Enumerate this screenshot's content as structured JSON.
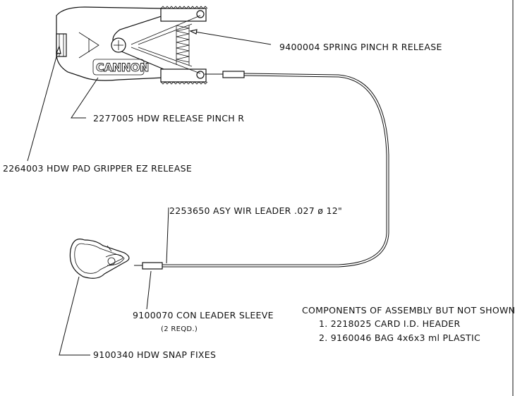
{
  "brand_logo": "CANNON",
  "callouts": {
    "spring_pinch": "9400004 SPRING PINCH R RELEASE",
    "release_pinch": "2277005 HDW RELEASE PINCH R",
    "pad_gripper": "2264003 HDW PAD GRIPPER EZ RELEASE",
    "wire_leader": "2253650 ASY WIR LEADER .027 ø 12\"",
    "leader_sleeve": "9100070 CON LEADER   SLEEVE",
    "leader_sleeve_qty": "(2 REQD.)",
    "snap": "9100340 HDW SNAP FIXES"
  },
  "notes": {
    "heading": "COMPONENTS OF ASSEMBLY BUT NOT SHOWN",
    "items": [
      "1. 2218025   CARD I.D. HEADER",
      "2. 9160046   BAG 4x6x3 ml PLASTIC"
    ]
  },
  "colors": {
    "line": "#111111",
    "background": "#ffffff"
  }
}
